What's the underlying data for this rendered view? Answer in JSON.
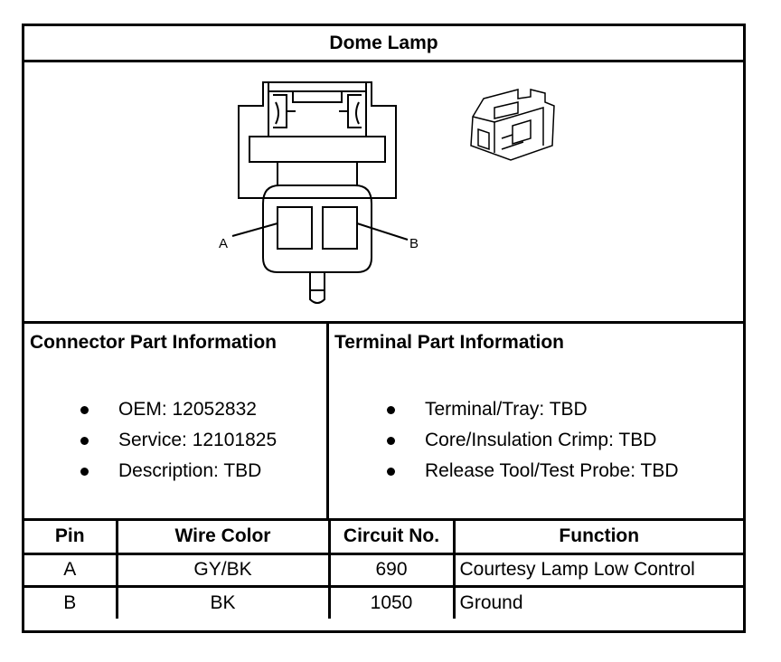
{
  "title": "Dome Lamp",
  "drawing": {
    "pin_a_label": "A",
    "pin_b_label": "B"
  },
  "connector_info": {
    "heading": "Connector Part Information",
    "items": [
      "OEM: 12052832",
      "Service: 12101825",
      "Description: TBD"
    ]
  },
  "terminal_info": {
    "heading": "Terminal Part Information",
    "items": [
      "Terminal/Tray: TBD",
      "Core/Insulation Crimp: TBD",
      "Release Tool/Test Probe: TBD"
    ]
  },
  "pin_table": {
    "headers": [
      "Pin",
      "Wire Color",
      "Circuit No.",
      "Function"
    ],
    "rows": [
      [
        "A",
        "GY/BK",
        "690",
        "Courtesy Lamp Low Control"
      ],
      [
        "B",
        "BK",
        "1050",
        "Ground"
      ]
    ]
  }
}
